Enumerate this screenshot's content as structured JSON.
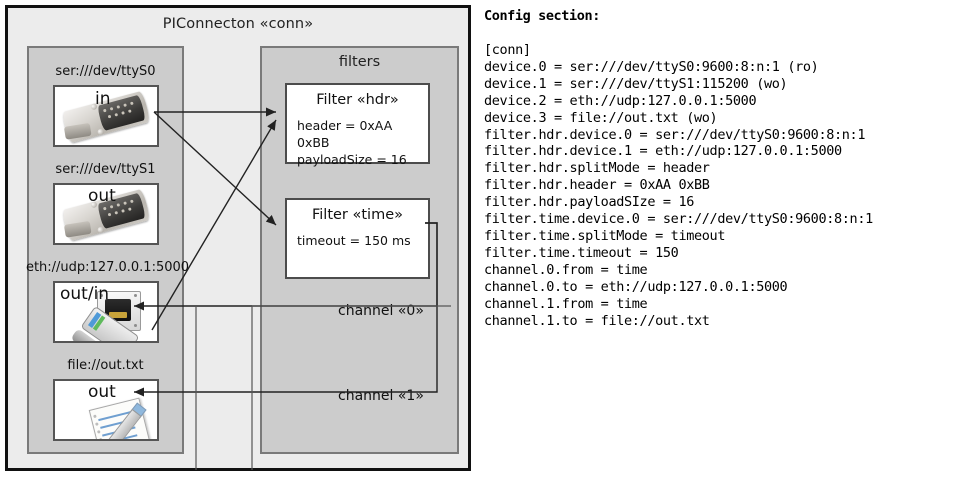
{
  "diagram": {
    "title": "PIConnecton «conn»",
    "devices_panel": {
      "title": "",
      "nodes": [
        {
          "label": "ser:///dev/ttyS0",
          "direction": "in",
          "icon": "serial-port-icon"
        },
        {
          "label": "ser:///dev/ttyS1",
          "direction": "out",
          "icon": "serial-port-icon"
        },
        {
          "label": "eth://udp:127.0.0.1:5000",
          "direction": "out/in",
          "icon": "ethernet-jack-icon"
        },
        {
          "label": "file://out.txt",
          "direction": "out",
          "icon": "text-file-icon"
        }
      ]
    },
    "filters_panel": {
      "title": "filters",
      "filters": [
        {
          "title": "Filter «hdr»",
          "attrs": [
            "header = 0xAA 0xBB",
            "payloadSize = 16"
          ]
        },
        {
          "title": "Filter «time»",
          "attrs": [
            "timeout = 150 ms"
          ]
        }
      ]
    },
    "channels": [
      {
        "label": "channel «0»"
      },
      {
        "label": "channel «1»"
      }
    ]
  },
  "config": {
    "heading": "Config section:",
    "lines": [
      "[conn]",
      "device.0 = ser:///dev/ttyS0:9600:8:n:1 (ro)",
      "device.1 = ser:///dev/ttyS1:115200 (wo)",
      "device.2 = eth://udp:127.0.0.1:5000",
      "device.3 = file://out.txt (wo)",
      "filter.hdr.device.0 = ser:///dev/ttyS0:9600:8:n:1",
      "filter.hdr.device.1 = eth://udp:127.0.0.1:5000",
      "filter.hdr.splitMode = header",
      "filter.hdr.header = 0xAA 0xBB",
      "filter.hdr.payloadSIze = 16",
      "filter.time.device.0 = ser:///dev/ttyS0:9600:8:n:1",
      "filter.time.splitMode = timeout",
      "filter.time.timeout = 150",
      "channel.0.from = time",
      "channel.0.to = eth://udp:127.0.0.1:5000",
      "channel.1.from = time",
      "channel.1.to = file://out.txt"
    ]
  },
  "colors": {
    "outer_background": "#ececec",
    "panel_background": "#cccccc",
    "node_background": "#ffffff",
    "frame_border": "#111111",
    "panel_border": "#7a7a7a",
    "connector_stroke": "#222222"
  }
}
